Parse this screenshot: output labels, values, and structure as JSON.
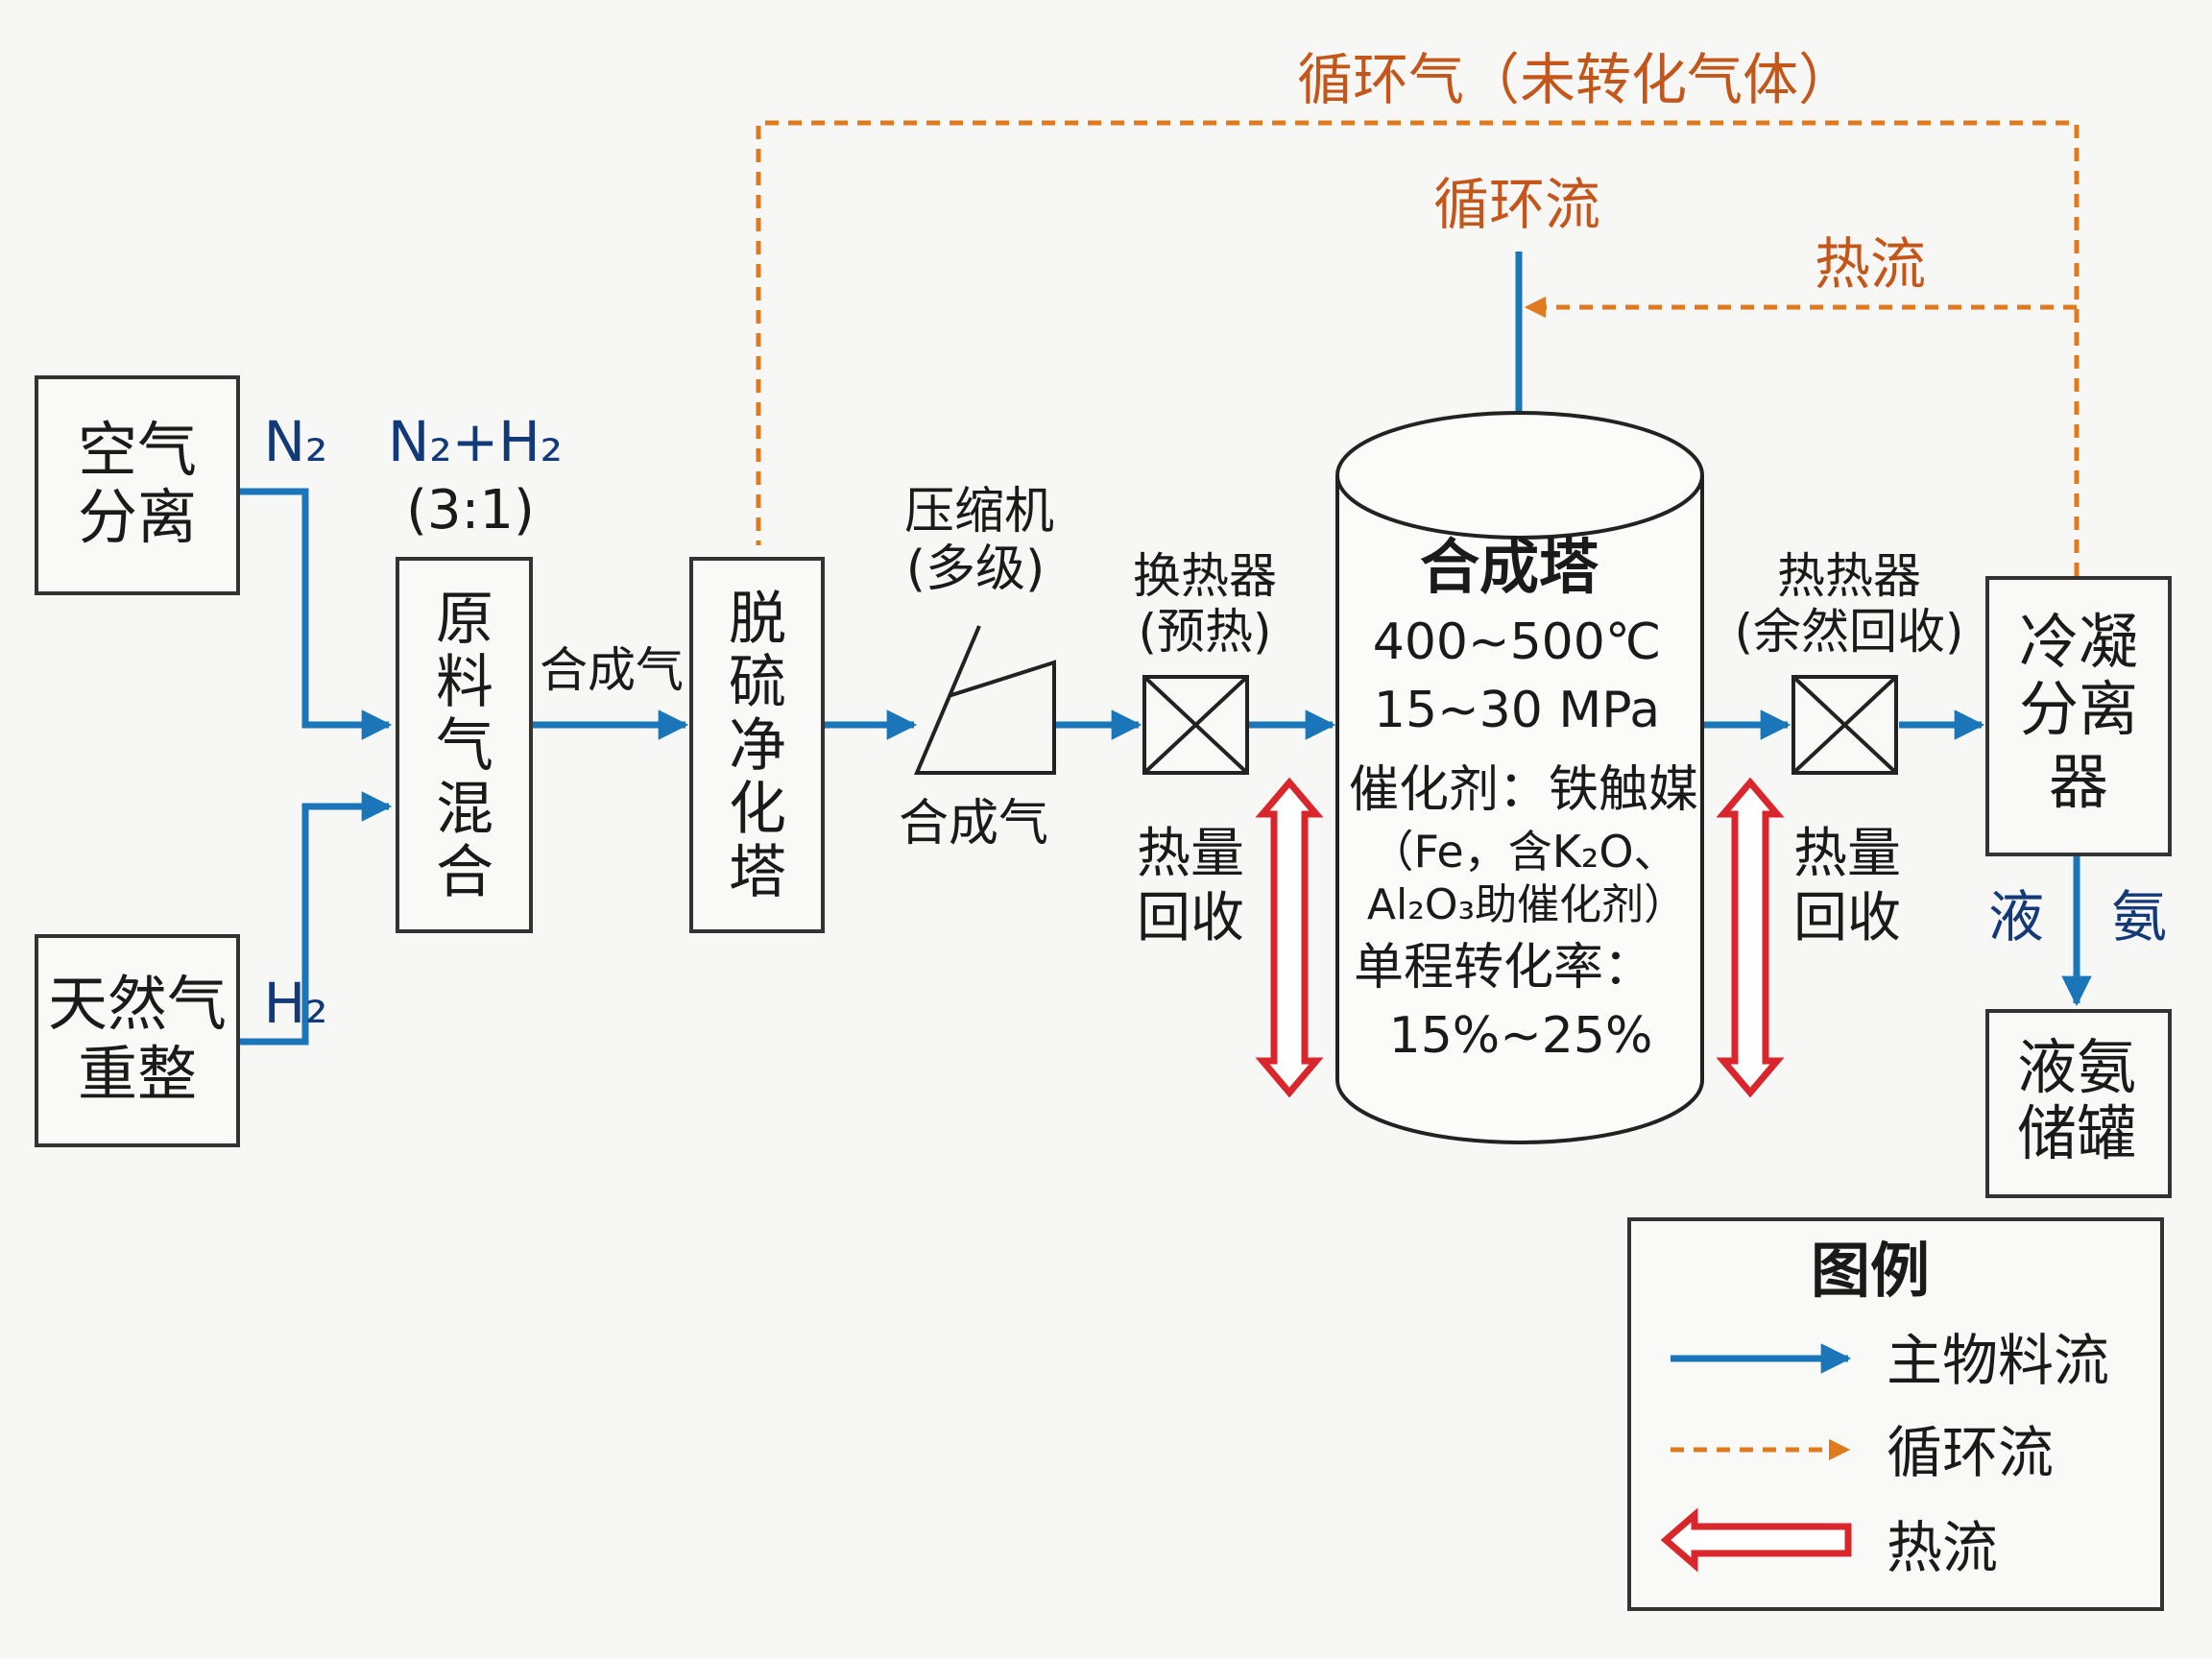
{
  "colors": {
    "main_flow": "#1a76b8",
    "recycle_flow": "#e07a1f",
    "heat_flow": "#d9262c",
    "box_stroke": "#333333",
    "text": "#1a1a1a",
    "label_blue": "#123a78",
    "label_orange": "#c4561a"
  },
  "units": {
    "air_separation": "空气分离",
    "natural_gas_reforming": "天然气重整",
    "feed_mixing": "原料气混合",
    "desulfurization_tower": "脱硫净化塔",
    "compressor": {
      "title": "压缩机",
      "sub": "(多级)"
    },
    "heat_exchanger": {
      "title": "换热器",
      "sub": "(预热)"
    },
    "synthesis_tower": {
      "title": "合成塔",
      "temperature": "400~500℃",
      "pressure": "15~30 MPa",
      "catalyst": "催化剂：铁触媒",
      "catalyst_detail_1": "（Fe，含K₂O、",
      "catalyst_detail_2": "Al₂O₃助催化剂）",
      "conversion_label": "单程转化率：",
      "conversion_value": "15%~25%"
    },
    "heat_recovery_exchanger": {
      "title": "热热器",
      "sub": "(余然回收)"
    },
    "condensation_separator": "冷凝分离器",
    "liquid_ammonia_tank": "液氨储罐"
  },
  "stream_labels": {
    "n2": "N₂",
    "h2": "H₂",
    "n2_h2": "N₂+H₂",
    "ratio": "(3:1)",
    "syngas_1": "合成气",
    "syngas_2": "合成气",
    "heat_recovery_left": "热量回收",
    "heat_recovery_right": "热量回收",
    "liquid_ammonia_1": "液",
    "liquid_ammonia_2": "氨",
    "recycle_gas": "循环气（未转化气体）",
    "recycle_stream": "循环流",
    "heat_stream": "热流"
  },
  "legend": {
    "title": "图例",
    "items": [
      {
        "label": "主物料流",
        "icon": "blue-arrow-icon"
      },
      {
        "label": "循环流",
        "icon": "orange-dashed-arrow-icon"
      },
      {
        "label": "热流",
        "icon": "red-double-arrow-icon"
      }
    ]
  }
}
